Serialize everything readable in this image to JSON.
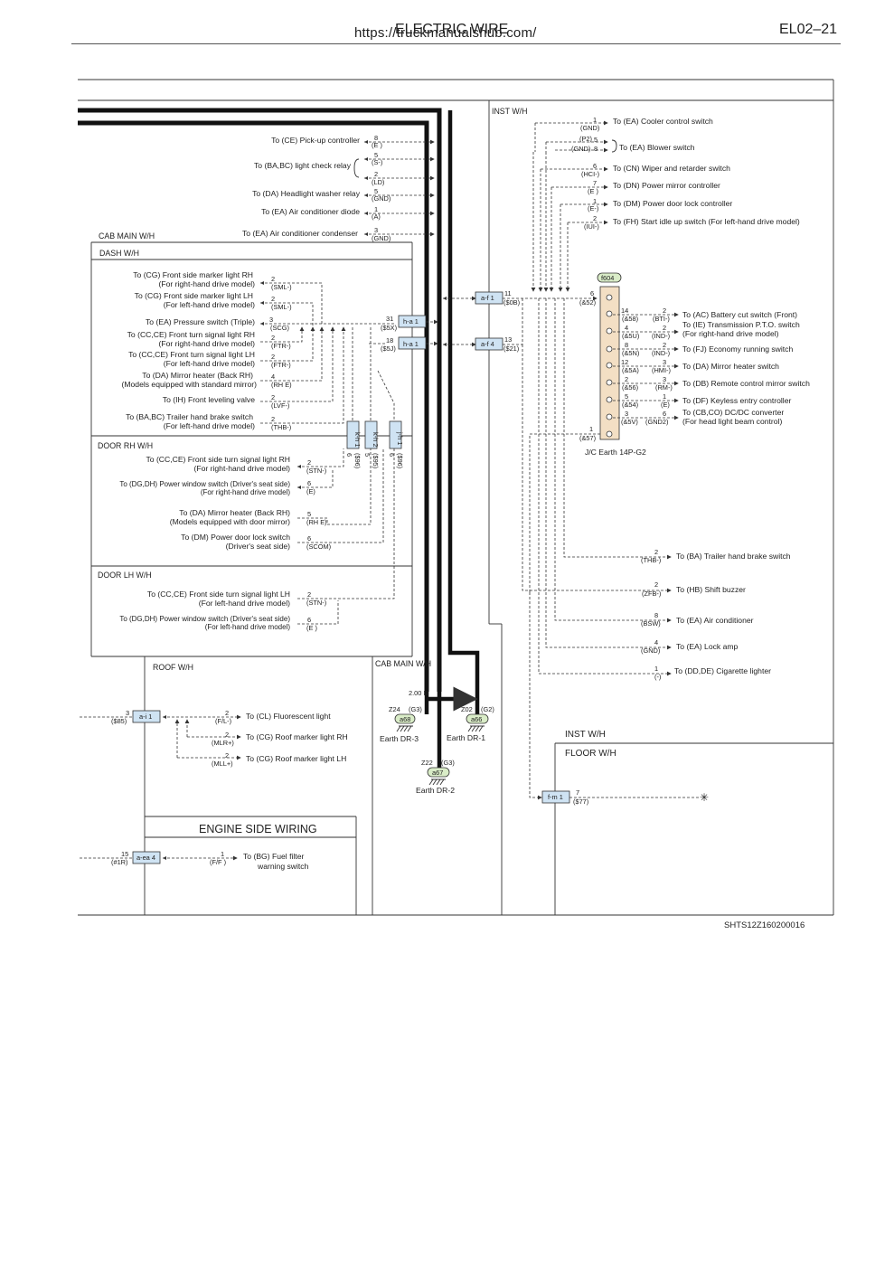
{
  "header": {
    "watermark": "https://truckmanualshub.com/",
    "title": "ELECTRIC WIRE",
    "page": "EL02–21"
  },
  "sections": {
    "inst_wh": "INST W/H",
    "cab_main_wh": "CAB MAIN W/H",
    "dash_wh": "DASH W/H",
    "door_rh_wh": "DOOR RH W/H",
    "door_lh_wh": "DOOR LH W/H",
    "roof_wh": "ROOF W/H",
    "cab_main_wh_lower": "CAB MAIN W/H",
    "inst_wh_lower": "INST W/H",
    "floor_wh": "FLOOR W/H",
    "engine_side": "ENGINE SIDE WIRING"
  },
  "top_left_rows": [
    {
      "label": "To (CE) Pick-up controller",
      "pin": "8",
      "sig": "(E )"
    },
    {
      "label": "",
      "pin": "5",
      "sig": "(S-)"
    },
    {
      "label": "To (BA,BC) light check relay",
      "pin": "2",
      "sig": "(LD)"
    },
    {
      "label": "To (DA) Headlight washer relay",
      "pin": "5",
      "sig": "(GND)"
    },
    {
      "label": "To (EA) Air conditioner diode",
      "pin": "1",
      "sig": "(A)"
    },
    {
      "label": "To (EA) Air conditioner condenser",
      "pin": "3",
      "sig": "(GND)"
    }
  ],
  "dash_rows": [
    {
      "l1": "To (CG) Front side marker light RH",
      "l2": "(For right-hand drive model)",
      "pin": "2",
      "sig": "(SML-)"
    },
    {
      "l1": "To (CG) Front side marker light LH",
      "l2": "(For left-hand drive model)",
      "pin": "2",
      "sig": "(SML-)"
    },
    {
      "l1": "To (EA) Pressure switch (Triple)",
      "l2": "",
      "pin": "3",
      "sig": "(SCG)"
    },
    {
      "l1": "To (CC,CE) Front turn signal light RH",
      "l2": "(For right-hand drive model)",
      "pin": "2",
      "sig": "(FTR-)"
    },
    {
      "l1": "To (CC,CE) Front turn signal light LH",
      "l2": "(For left-hand drive model)",
      "pin": "2",
      "sig": "(FTR-)"
    },
    {
      "l1": "To (DA) Mirror heater (Back RH)",
      "l2": "(Models equipped with standard mirror)",
      "pin": "4",
      "sig": "(RH E)"
    },
    {
      "l1": "To (IH) Front leveling valve",
      "l2": "",
      "pin": "2",
      "sig": "(LVF-)"
    },
    {
      "l1": "To (BA,BC) Trailer hand brake switch",
      "l2": "(For left-hand drive model)",
      "pin": "2",
      "sig": "(THB-)"
    }
  ],
  "door_rh_rows": [
    {
      "l1": "To (CC,CE) Front side turn signal light RH",
      "l2": "(For right-hand drive model)",
      "pin": "2",
      "sig": "(STN-)"
    },
    {
      "l1": "To (DG,DH) Power window switch (Driver's seat side)",
      "l2": "(For right-hand drive model)",
      "pin": "6",
      "sig": "(E)"
    },
    {
      "l1": "To (DA) Mirror heater (Back RH)",
      "l2": "(Models equipped with door mirror)",
      "pin": "5",
      "sig": "(RH E)"
    },
    {
      "l1": "To (DM) Power door lock switch",
      "l2": "(Driver's seat side)",
      "pin": "6",
      "sig": "(SCOM)"
    }
  ],
  "door_lh_rows": [
    {
      "l1": "To (CC,CE) Front side turn signal light LH",
      "l2": "(For left-hand drive model)",
      "pin": "2",
      "sig": "(STN-)"
    },
    {
      "l1": "To (DG,DH) Power window switch (Driver's seat side)",
      "l2": "(For left-hand drive model)",
      "pin": "6",
      "sig": "(E )"
    }
  ],
  "inst_right_rows": [
    {
      "label": "To (EA) Cooler control switch",
      "pin": "1",
      "sig": "(GND)"
    },
    {
      "label": "To (EA) Blower switch",
      "pin": "5",
      "sig": "(P2)",
      "pin2": "8",
      "sig2": "(GND)"
    },
    {
      "label": "To (CN) Wiper and retarder switch",
      "pin": "6",
      "sig": "(HCI-)"
    },
    {
      "label": "To (DN) Power mirror controller",
      "pin": "7",
      "sig": "(E )"
    },
    {
      "label": "To (DM) Power door lock controller",
      "pin": "1",
      "sig": "(E-)"
    },
    {
      "label": "To (FH) Start idle up switch (For left-hand drive model)",
      "pin": "2",
      "sig": "(IUI-)"
    }
  ],
  "jc": {
    "tag": "f604",
    "title": "J/C Earth 14P-G2",
    "in_pin": "6",
    "in_sig": "(&52)",
    "bottom_pin": "1",
    "bottom_sig": "(&57)",
    "rows": [
      {
        "lp": "14",
        "ls": "(&58)",
        "rp": "2",
        "rs": "(BTI-)",
        "label": "To (AC) Battery cut switch (Front)"
      },
      {
        "lp": "4",
        "ls": "(&5U)",
        "rp": "2",
        "rs": "(IND-)",
        "label": "To (IE) Transmission P.T.O. switch",
        "label2": "(For right-hand drive model)"
      },
      {
        "lp": "8",
        "ls": "(&5N)",
        "rp": "2",
        "rs": "(IND-)",
        "label": "To (FJ) Economy running switch"
      },
      {
        "lp": "12",
        "ls": "(&5A)",
        "rp": "3",
        "rs": "(HMI-)",
        "label": "To (DA) Mirror heater switch"
      },
      {
        "lp": "2",
        "ls": "(&56)",
        "rp": "3",
        "rs": "(RM-)",
        "label": "To (DB) Remote control mirror switch"
      },
      {
        "lp": "5",
        "ls": "(&54)",
        "rp": "1",
        "rs": "(E)",
        "label": "To (DF) Keyless entry controller"
      },
      {
        "lp": "3",
        "ls": "(&5V)",
        "rp": "6",
        "rs": "(GND2)",
        "label": "To (CB,CO) DC/DC converter",
        "label2": "(For head light beam control)"
      }
    ]
  },
  "inst_lower_rows": [
    {
      "label": "To (BA) Trailer hand brake switch",
      "pin": "2",
      "sig": "(THB-)"
    },
    {
      "label": "To (HB) Shift buzzer",
      "pin": "2",
      "sig": "(ZFB-)"
    },
    {
      "label": "To (EA) Air conditioner",
      "pin": "8",
      "sig": "(BSW)"
    },
    {
      "label": "To (EA) Lock amp",
      "pin": "4",
      "sig": "(GND)"
    },
    {
      "label": "To (DD,DE) Cigarette lighter",
      "pin": "1",
      "sig": "(-)"
    }
  ],
  "connectors": {
    "ha1_top": {
      "id": "h-a 1",
      "pin": "31",
      "sig": "($5X)"
    },
    "ha1_bot": {
      "id": "h-a 1",
      "pin": "18",
      "sig": "($5J)"
    },
    "af1": {
      "id": "a-f 1",
      "pin": "11",
      "sig": "($0B)"
    },
    "af4": {
      "id": "a-f 4",
      "pin": "13",
      "sig": "($21)"
    },
    "kh1": {
      "id": "k-h 1",
      "pin": "6",
      "sig": "($96)"
    },
    "kh2": {
      "id": "k-h 2",
      "pin": "5",
      "sig": "($95)"
    },
    "jh1": {
      "id": "j-h 1",
      "pin": "6",
      "sig": "($96)"
    },
    "ai1": {
      "id": "a-i 1",
      "pin": "3",
      "sig": "($85)"
    },
    "fm1": {
      "id": "f-m 1",
      "pin": "7",
      "sig": "($77)"
    },
    "aea4": {
      "id": "a-ea 4",
      "pin": "15",
      "sig": "(#1R)"
    }
  },
  "roof_rows": [
    {
      "label": "To (CL) Fluorescent light",
      "pin": "2",
      "sig": "(F/L-)"
    },
    {
      "label": "To (CG) Roof marker light RH",
      "pin": "2",
      "sig": "(MLR+)"
    },
    {
      "label": "To (CG) Roof marker light LH",
      "pin": "2",
      "sig": "(MLL+)"
    }
  ],
  "engine_row": {
    "label": "To (BG) Fuel filter",
    "label2": "warning switch",
    "pin": "1",
    "sig": "(F/F )"
  },
  "earths": {
    "wire": "2.00 B",
    "dr3": {
      "code": "Z24",
      "g": "(G3)",
      "tag": "a68",
      "name": "Earth DR-3"
    },
    "dr1": {
      "code": "Z02",
      "g": "(G2)",
      "tag": "a66",
      "name": "Earth DR-1"
    },
    "dr2": {
      "code": "Z22",
      "g": "(G3)",
      "tag": "a67",
      "name": "Earth DR-2"
    }
  },
  "footer_code": "SHTS12Z160200016"
}
